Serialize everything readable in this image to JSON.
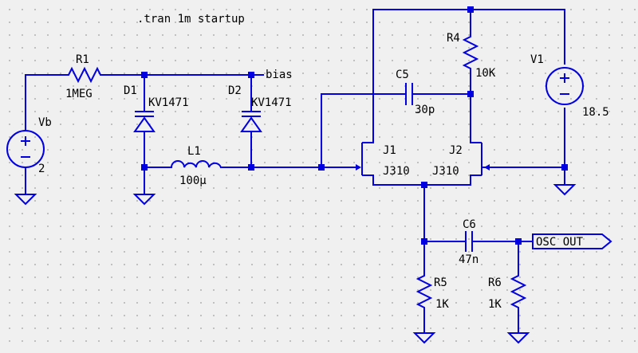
{
  "directive": ".tran 1m startup",
  "labels": {
    "r1_name": "R1",
    "r1_value": "1MEG",
    "vb_name": "Vb",
    "vb_value": "2",
    "d1_name": "D1",
    "d1_value": "KV1471",
    "d2_name": "D2",
    "d2_value": "KV1471",
    "bias_net": "bias",
    "l1_name": "L1",
    "l1_value": "100µ",
    "c5_name": "C5",
    "c5_value": "30p",
    "r4_name": "R4",
    "r4_value": "10K",
    "v1_name": "V1",
    "v1_value": "18.5",
    "j1_name": "J1",
    "j1_value": "J310",
    "j2_name": "J2",
    "j2_value": "J310",
    "c6_name": "C6",
    "c6_value": "47n",
    "osc_out": "OSC_OUT",
    "r5_name": "R5",
    "r5_value": "1K",
    "r6_name": "R6",
    "r6_value": "1K"
  },
  "colors": {
    "wire": "#0000e0",
    "background": "#f0f0f0",
    "text": "#000000"
  }
}
